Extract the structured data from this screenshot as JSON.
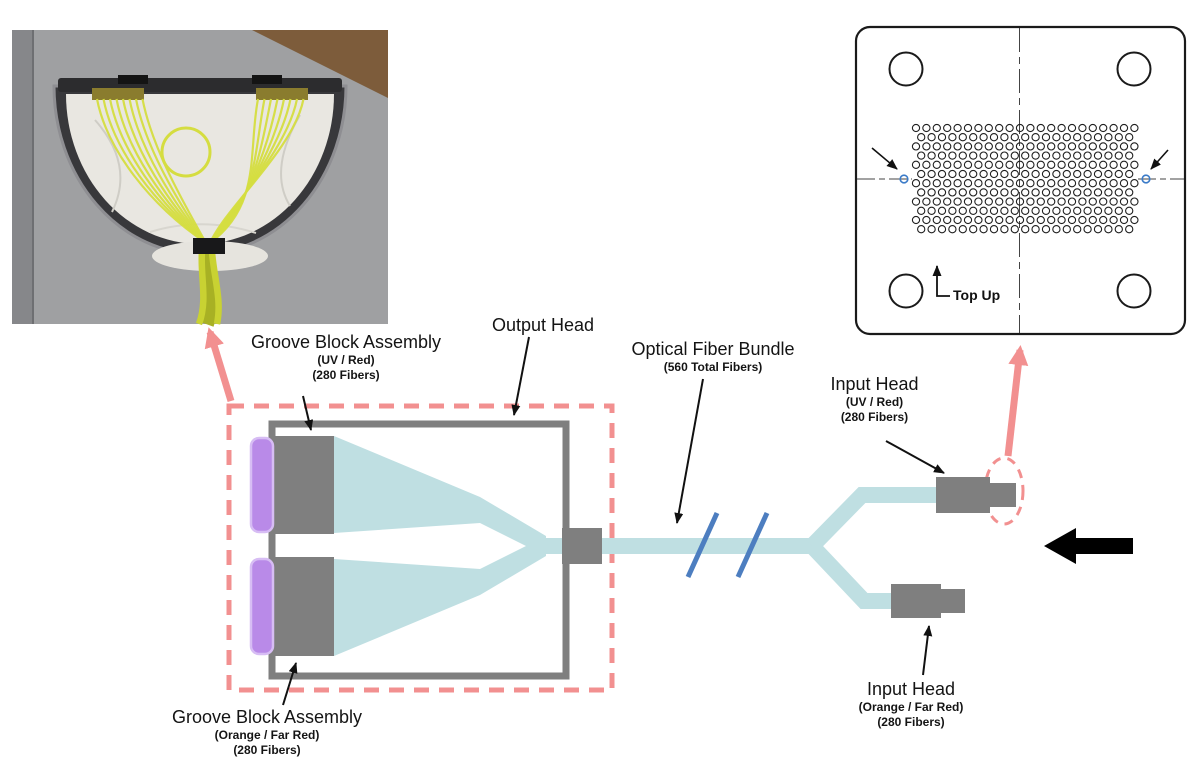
{
  "colors": {
    "fiber_blue": "#bfdfe2",
    "block_gray": "#7f7f7f",
    "purple": "#b98ae8",
    "purple_light": "#d7bdf4",
    "pink": "#f29090",
    "slash_blue": "#4d7ec0",
    "black": "#000000"
  },
  "photo": {
    "name": "groove block assembly photograph"
  },
  "drawing": {
    "top_up": "Top Up"
  },
  "labels": {
    "groove_block_top": {
      "title": "Groove Block Assembly",
      "sub1": "(UV / Red)",
      "sub2": "(280 Fibers)"
    },
    "output_head": {
      "title": "Output Head"
    },
    "optical_fiber_bundle": {
      "title": "Optical Fiber Bundle",
      "sub1": "(560 Total Fibers)"
    },
    "input_head_top": {
      "title": "Input Head",
      "sub1": "(UV / Red)",
      "sub2": "(280 Fibers)"
    },
    "input_head_bottom": {
      "title": "Input Head",
      "sub1": "(Orange / Far Red)",
      "sub2": "(280 Fibers)"
    },
    "groove_block_bottom": {
      "title": "Groove Block Assembly",
      "sub1": "(Orange / Far Red)",
      "sub2": "(280 Fibers)"
    }
  }
}
